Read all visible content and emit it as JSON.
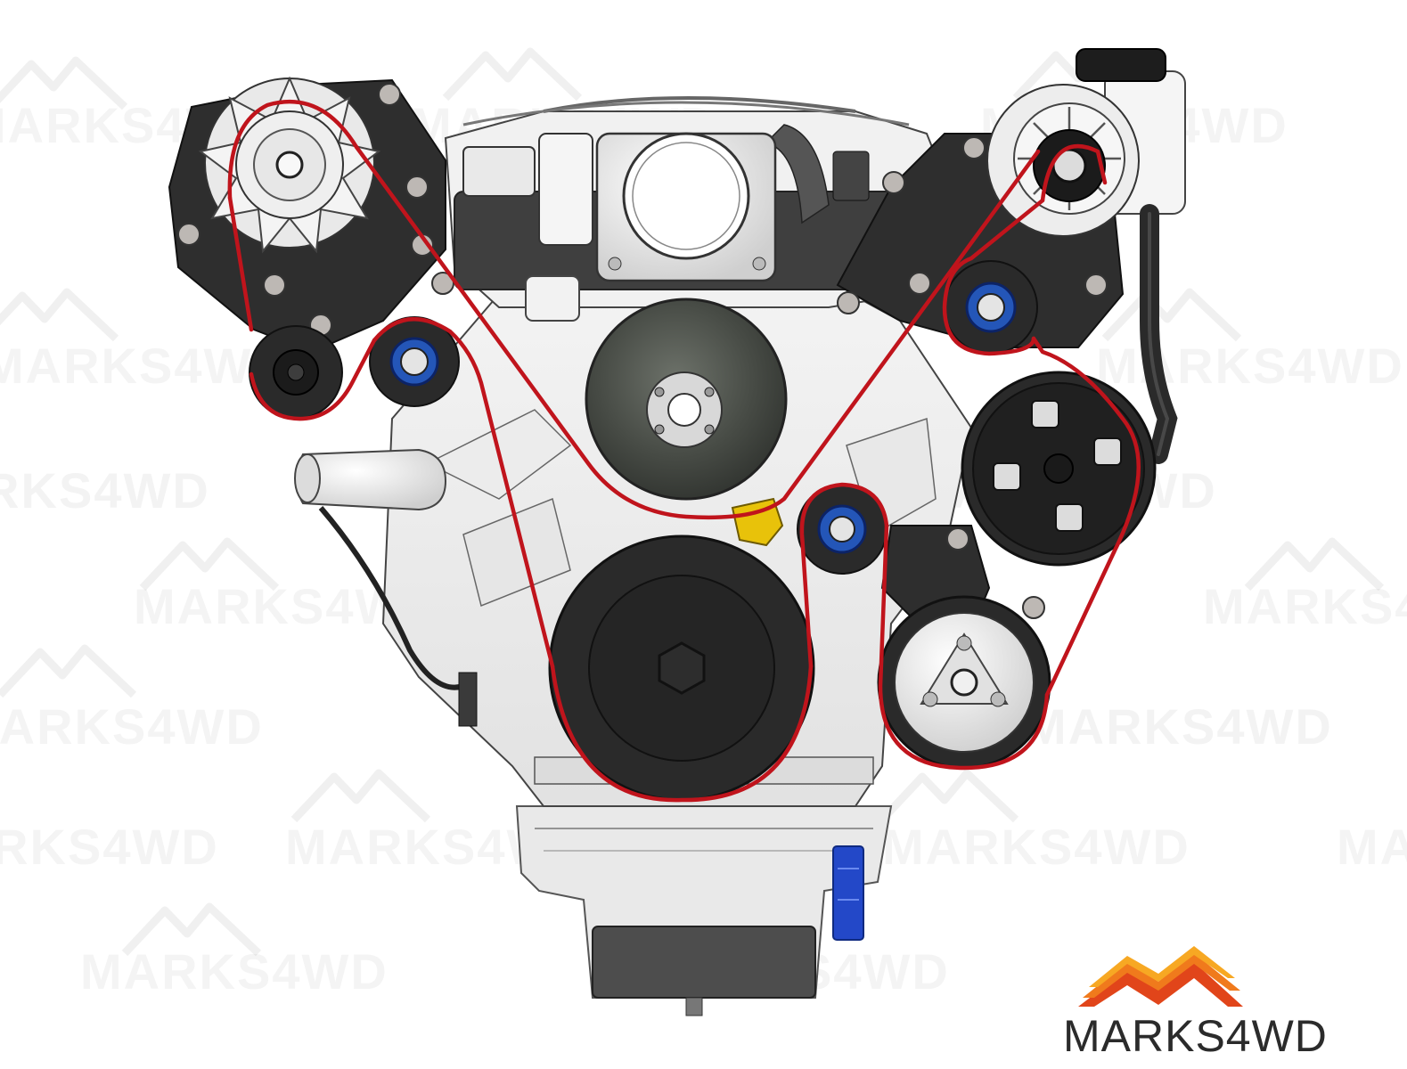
{
  "scene": {
    "subject": "engine-front-accessory-drive-render",
    "belt_color": "#c0141c",
    "bracket_color": "#2e2e2e",
    "pulley_color": "#2a2a2a",
    "bearing_color": "#2456b8",
    "sensor_color": "#e8c20a",
    "oil_filter_color": "#2348c8"
  },
  "watermark": {
    "text": "MARKS4WD"
  },
  "logo": {
    "text": "MARKS4WD",
    "colors": {
      "peak_top": "#f7a823",
      "peak_mid": "#f07a1c",
      "peak_low": "#e1451a"
    }
  }
}
